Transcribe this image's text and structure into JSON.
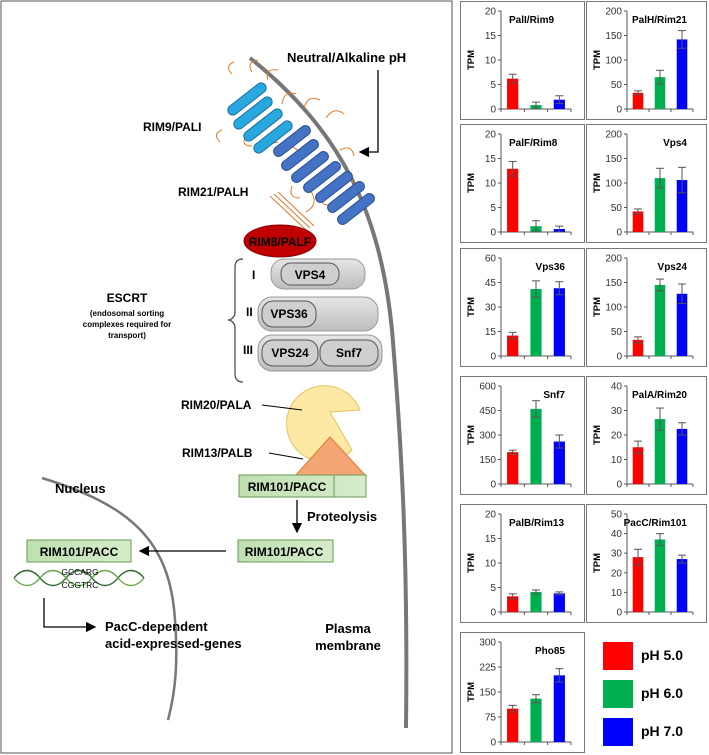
{
  "diagram": {
    "neutral_label": "Neutral/Alkaline pH",
    "rim9_label": "RIM9/PALI",
    "rim21_label": "RIM21/PALH",
    "rim8_label": "RIM8/PALF",
    "escrt_title": "ESCRT",
    "escrt_subtitle_1": "(endosomal sorting",
    "escrt_subtitle_2": "complexes required for",
    "escrt_subtitle_3": "transport)",
    "escrt_levels": [
      "I",
      "II",
      "III"
    ],
    "vps4": "VPS4",
    "vps36": "VPS36",
    "vps24": "VPS24",
    "snf7": "Snf7",
    "rim20_label": "RIM20/PALA",
    "rim13_label": "RIM13/PALB",
    "rim101_label": "RIM101/PACC",
    "proteolysis": "Proteolysis",
    "nucleus": "Nucleus",
    "dna_top": "GCCARG",
    "dna_bottom": "CGGTRC",
    "pacc_genes_1": "PacC-dependent",
    "pacc_genes_2": "acid-expressed-genes",
    "plasma_1": "Plasma",
    "plasma_2": "membrane"
  },
  "colors": {
    "ph5": "#ff0000",
    "ph6": "#00b050",
    "ph7": "#0000ff"
  },
  "legend": [
    {
      "label": "pH 5.0",
      "color": "#ff0000"
    },
    {
      "label": "pH 6.0",
      "color": "#00b050"
    },
    {
      "label": "pH 7.0",
      "color": "#0000ff"
    }
  ],
  "chart_data": [
    {
      "type": "bar",
      "title": "PalI/Rim9",
      "ylabel": "TPM",
      "ylim": [
        0,
        20
      ],
      "ticks": [
        "0",
        "5",
        "10",
        "15",
        "20"
      ],
      "title_align": "left",
      "categories": [
        "pH 5.0",
        "pH 6.0",
        "pH 7.0"
      ],
      "values": [
        6.2,
        0.8,
        1.9
      ],
      "errors": [
        0.9,
        0.6,
        0.8
      ]
    },
    {
      "type": "bar",
      "title": "PalH/Rim21",
      "ylabel": "TPM",
      "ylim": [
        0,
        200
      ],
      "ticks": [
        "0",
        "50",
        "100",
        "150",
        "200"
      ],
      "title_align": "right",
      "categories": [
        "pH 5.0",
        "pH 6.0",
        "pH 7.0"
      ],
      "values": [
        33,
        65,
        142
      ],
      "errors": [
        4,
        14,
        18
      ]
    },
    {
      "type": "bar",
      "title": "PalF/Rim8",
      "ylabel": "TPM",
      "ylim": [
        0,
        20
      ],
      "ticks": [
        "0",
        "5",
        "10",
        "15",
        "20"
      ],
      "title_align": "left",
      "categories": [
        "pH 5.0",
        "pH 6.0",
        "pH 7.0"
      ],
      "values": [
        12.9,
        1.2,
        0.6
      ],
      "errors": [
        1.5,
        1.1,
        0.6
      ]
    },
    {
      "type": "bar",
      "title": "Vps4",
      "ylabel": "TPM",
      "ylim": [
        0,
        200
      ],
      "ticks": [
        "0",
        "50",
        "100",
        "150",
        "200"
      ],
      "title_align": "right",
      "categories": [
        "pH 5.0",
        "pH 6.0",
        "pH 7.0"
      ],
      "values": [
        42,
        110,
        106
      ],
      "errors": [
        5,
        20,
        26
      ]
    },
    {
      "type": "bar",
      "title": "Vps36",
      "ylabel": "TPM",
      "ylim": [
        0,
        60
      ],
      "ticks": [
        "0",
        "15",
        "30",
        "45",
        "60"
      ],
      "title_align": "right",
      "categories": [
        "pH 5.0",
        "pH 6.0",
        "pH 7.0"
      ],
      "values": [
        12.5,
        41,
        41.5
      ],
      "errors": [
        2,
        5,
        4
      ]
    },
    {
      "type": "bar",
      "title": "Vps24",
      "ylabel": "TPM",
      "ylim": [
        0,
        200
      ],
      "ticks": [
        "0",
        "50",
        "100",
        "150",
        "200"
      ],
      "title_align": "right",
      "categories": [
        "pH 5.0",
        "pH 6.0",
        "pH 7.0"
      ],
      "values": [
        33,
        145,
        127
      ],
      "errors": [
        6,
        12,
        20
      ]
    },
    {
      "type": "bar",
      "title": "Snf7",
      "ylabel": "TPM",
      "ylim": [
        0,
        600
      ],
      "ticks": [
        "0",
        "150",
        "300",
        "450",
        "600"
      ],
      "title_align": "right",
      "categories": [
        "pH 5.0",
        "pH 6.0",
        "pH 7.0"
      ],
      "values": [
        195,
        460,
        260
      ],
      "errors": [
        12,
        50,
        40
      ]
    },
    {
      "type": "bar",
      "title": "PalA/Rim20",
      "ylabel": "TPM",
      "ylim": [
        0,
        40
      ],
      "ticks": [
        "0",
        "10",
        "20",
        "30",
        "40"
      ],
      "title_align": "right",
      "categories": [
        "pH 5.0",
        "pH 6.0",
        "pH 7.0"
      ],
      "values": [
        15,
        26.5,
        22.5
      ],
      "errors": [
        2.5,
        4.5,
        2.5
      ]
    },
    {
      "type": "bar",
      "title": "PalB/Rim13",
      "ylabel": "TPM",
      "ylim": [
        0,
        20
      ],
      "ticks": [
        "0",
        "5",
        "10",
        "15",
        "20"
      ],
      "title_align": "left",
      "categories": [
        "pH 5.0",
        "pH 6.0",
        "pH 7.0"
      ],
      "values": [
        3.2,
        4.1,
        3.8
      ],
      "errors": [
        0.5,
        0.4,
        0.3
      ]
    },
    {
      "type": "bar",
      "title": "PacC/Rim101",
      "ylabel": "TPM",
      "ylim": [
        0,
        50
      ],
      "ticks": [
        "0",
        "10",
        "20",
        "30",
        "40",
        "50"
      ],
      "title_align": "right",
      "categories": [
        "pH 5.0",
        "pH 6.0",
        "pH 7.0"
      ],
      "values": [
        28,
        37,
        27
      ],
      "errors": [
        4,
        3,
        2
      ]
    },
    {
      "type": "bar",
      "title": "Pho85",
      "ylabel": "TPM",
      "ylim": [
        0,
        300
      ],
      "ticks": [
        "0",
        "75",
        "150",
        "225",
        "300"
      ],
      "title_align": "right",
      "categories": [
        "pH 5.0",
        "pH 6.0",
        "pH 7.0"
      ],
      "values": [
        100,
        130,
        200
      ],
      "errors": [
        10,
        12,
        20
      ]
    }
  ]
}
